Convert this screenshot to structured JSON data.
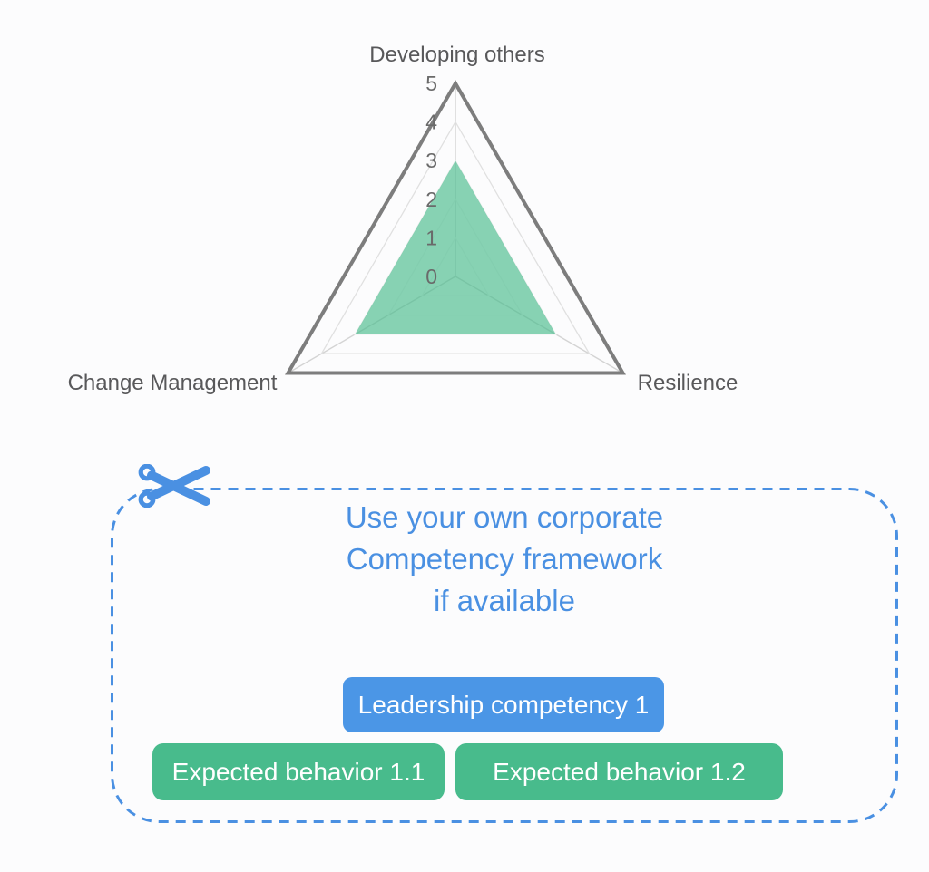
{
  "page": {
    "background": "#fcfcfd"
  },
  "radar": {
    "tick_color": "#6a6a6a",
    "label_color": "#58585a",
    "outline_color": "#7d7d7d",
    "axis_color": "#d4d4d4",
    "grid_color": "#f1f1f1",
    "grid_color_strong": "#e0e0e0",
    "fill_color": "#48bb8c",
    "fill_opacity": 0.65
  },
  "chart_data": {
    "type": "radar",
    "categories": [
      "Developing others",
      "Resilience",
      "Change Management"
    ],
    "values": [
      3,
      3,
      3
    ],
    "ticks": [
      0,
      1,
      2,
      3,
      4,
      5
    ],
    "rlim": [
      0,
      5
    ],
    "grid": true,
    "legend": false,
    "title": ""
  },
  "callout": {
    "accent_color": "#4a90e2",
    "scissors_icon": "scissors-icon",
    "heading_lines": [
      "Use your own corporate",
      "Competency framework",
      "if available"
    ],
    "buttons": {
      "competency": {
        "label": "Leadership competency 1",
        "color": "#4b96e6"
      },
      "behaviors": [
        {
          "label": "Expected behavior 1.1",
          "color": "#48bb8c"
        },
        {
          "label": "Expected behavior 1.2",
          "color": "#48bb8c"
        }
      ]
    }
  }
}
